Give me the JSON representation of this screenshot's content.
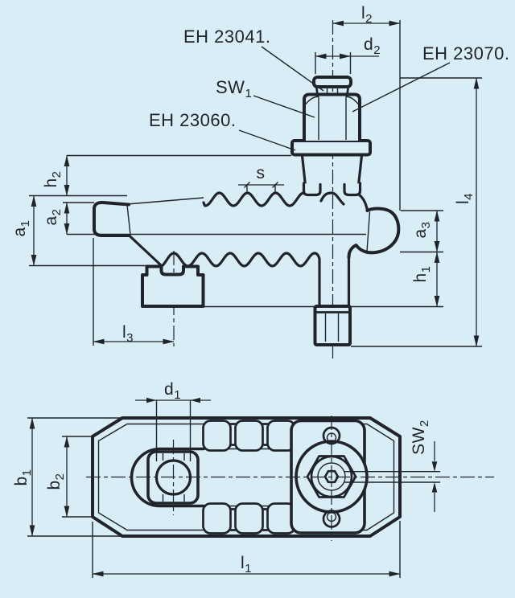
{
  "canvas": {
    "background_color": "#d9edf7",
    "line_color": "#20242a"
  },
  "part_labels": {
    "eh23041": {
      "text": "EH 23041."
    },
    "sw1": {
      "main": "SW",
      "sub": "1"
    },
    "eh23060": {
      "text": "EH 23060."
    },
    "eh23070": {
      "text": "EH 23070."
    }
  },
  "dim_labels": {
    "l2": {
      "main": "l",
      "sub": "2"
    },
    "d2": {
      "main": "d",
      "sub": "2"
    },
    "l4": {
      "main": "l",
      "sub": "4"
    },
    "h2": {
      "main": "h",
      "sub": "2"
    },
    "a2": {
      "main": "a",
      "sub": "2"
    },
    "a1": {
      "main": "a",
      "sub": "1"
    },
    "s": {
      "main": "s",
      "sub": ""
    },
    "a3": {
      "main": "a",
      "sub": "3"
    },
    "h1": {
      "main": "h",
      "sub": "1"
    },
    "l3": {
      "main": "l",
      "sub": "3"
    },
    "d1": {
      "main": "d",
      "sub": "1"
    },
    "b1": {
      "main": "b",
      "sub": "1"
    },
    "b2": {
      "main": "b",
      "sub": "2"
    },
    "l1": {
      "main": "l",
      "sub": "1"
    },
    "sw2": {
      "main": "SW",
      "sub": "2"
    }
  }
}
